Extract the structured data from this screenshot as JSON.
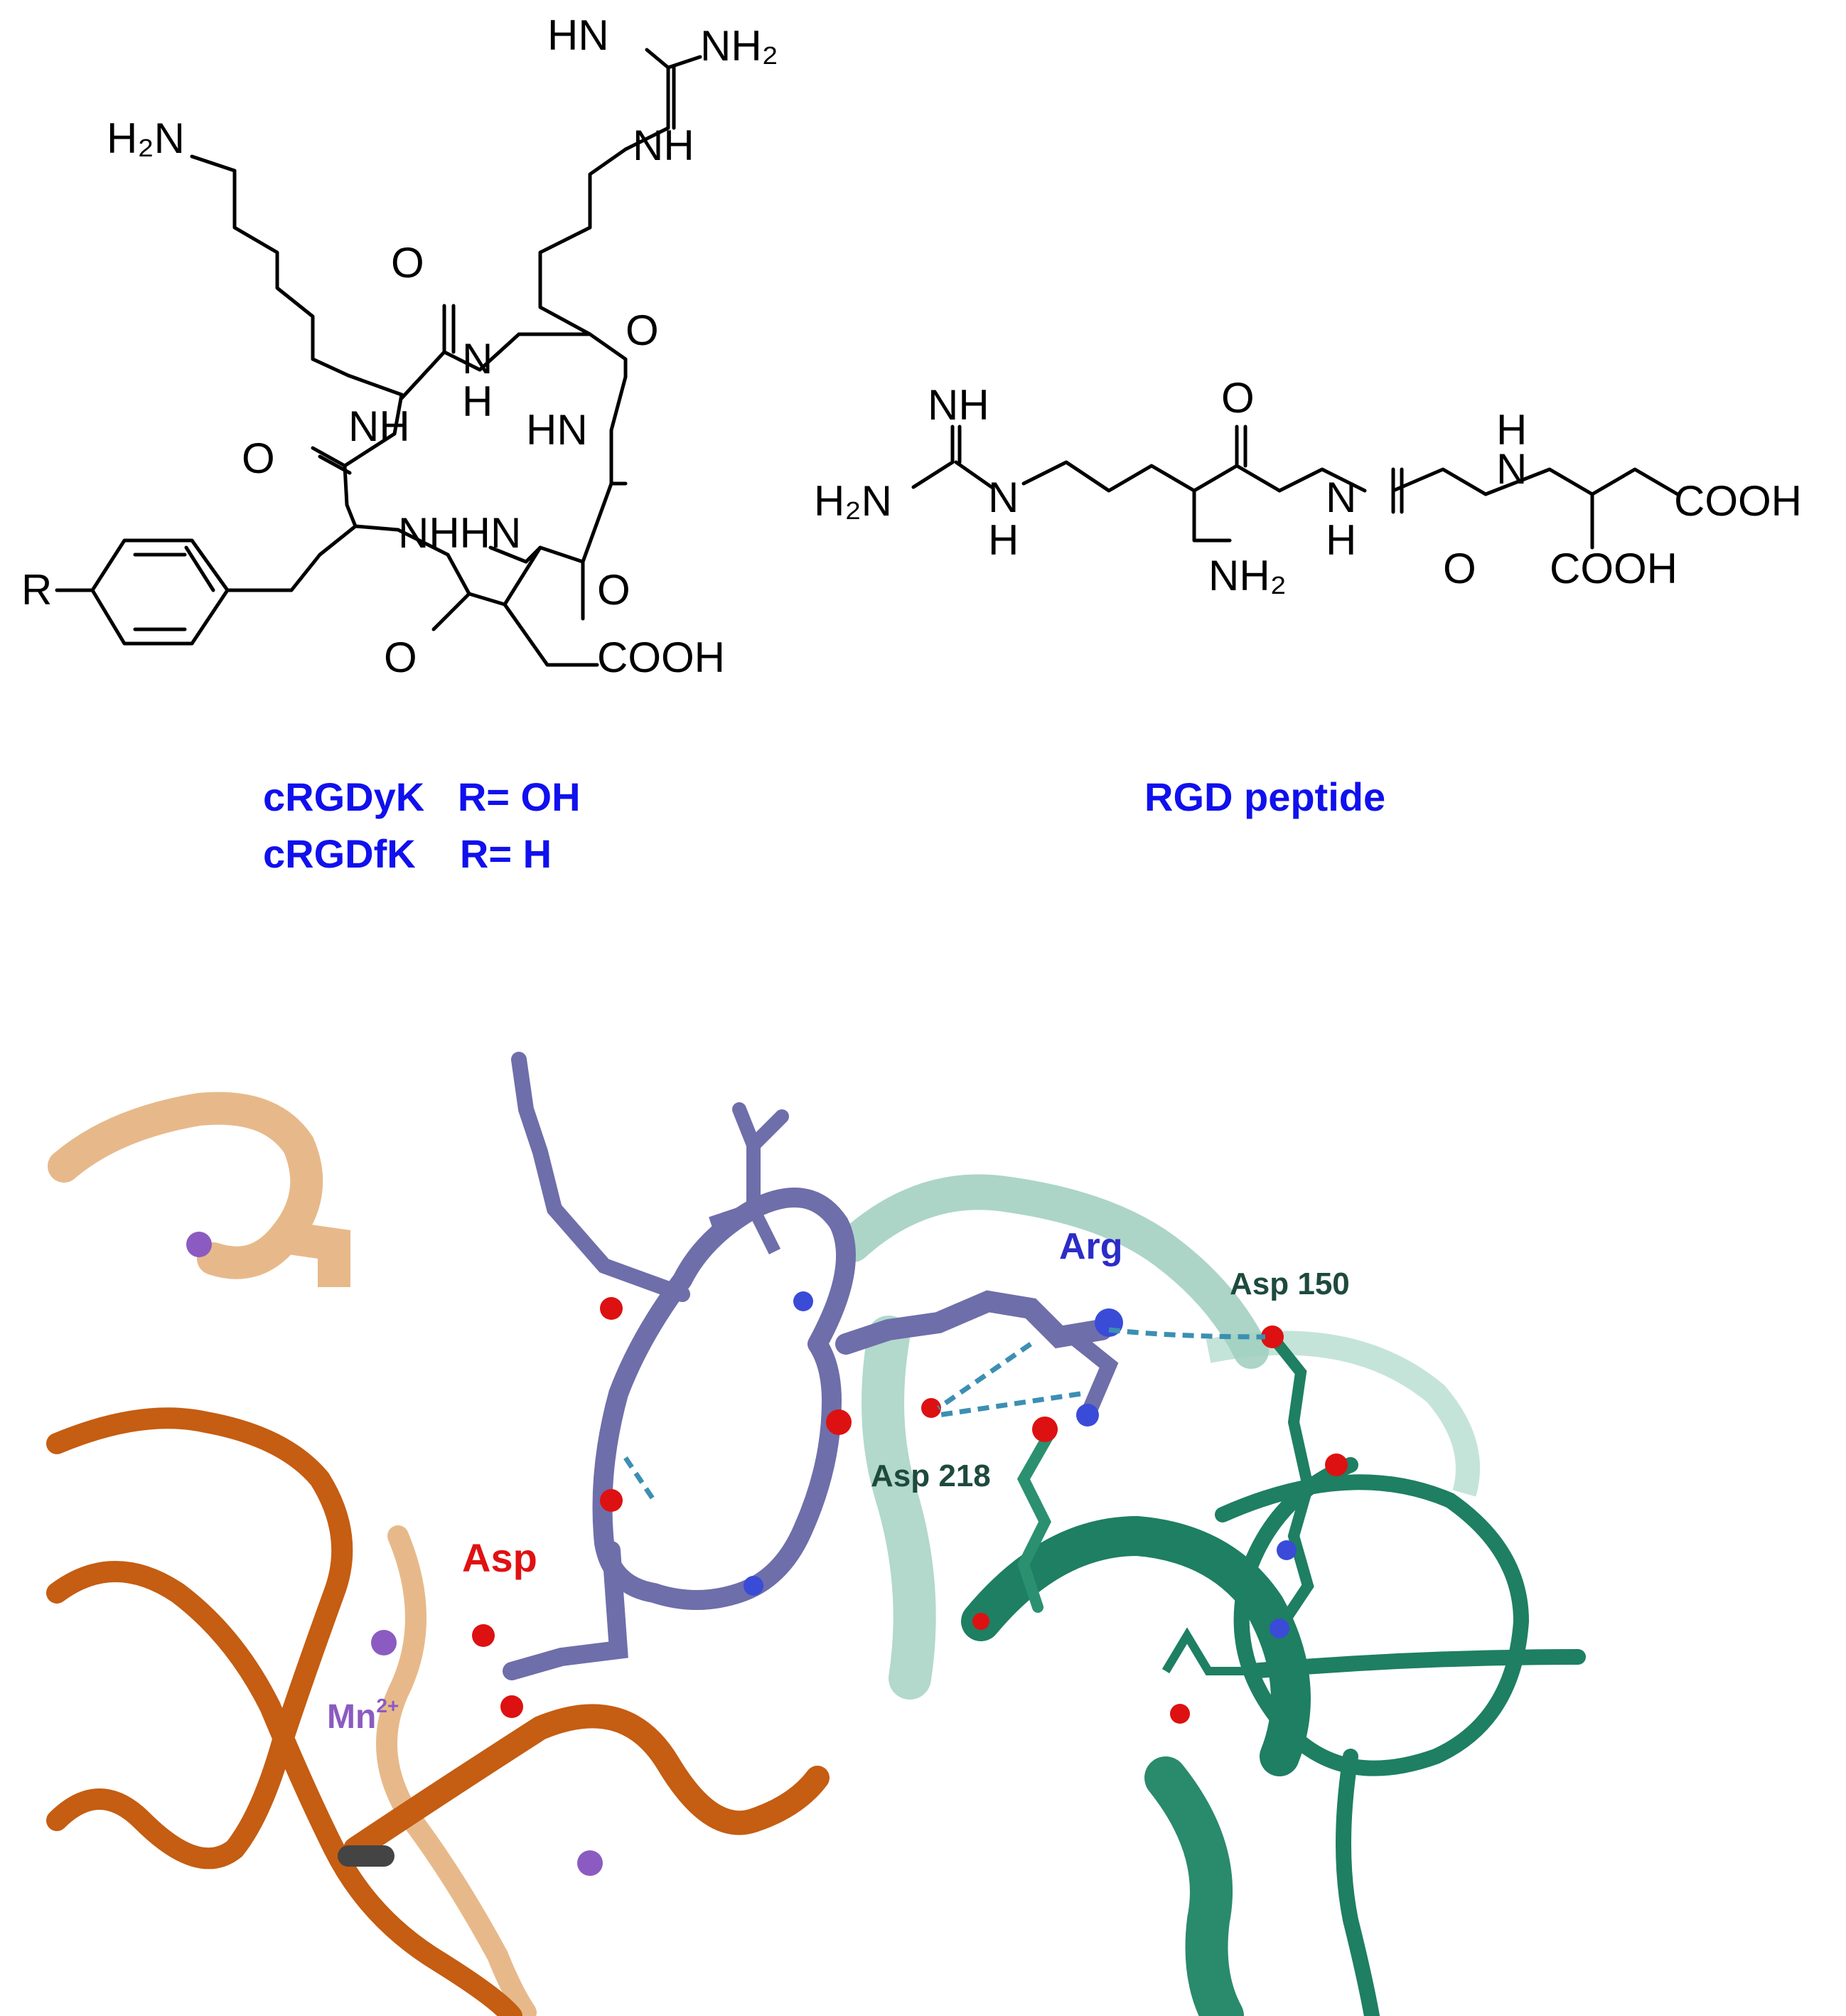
{
  "structures": {
    "cyclic": {
      "atoms": {
        "h2n_lys": "H₂N",
        "guan_hn": "HN",
        "guan_nh2": "NH₂",
        "guan_nh": "NH",
        "o_top": "O",
        "o_right": "O",
        "n_amide": "N",
        "h_amide": "H",
        "nh_left": "NH",
        "hn_right": "HN",
        "o_left": "O",
        "nhhn": "NHHN",
        "o_br": "O",
        "o_bottom": "O",
        "cooh": "COOH",
        "r": "R"
      }
    },
    "linear": {
      "atoms": {
        "nh_top": "NH",
        "h2n": "H₂N",
        "n1": "N",
        "h1": "H",
        "o1": "O",
        "nh2": "NH₂",
        "n2": "N",
        "h2": "H",
        "o2": "O",
        "h3": "H",
        "n3": "N",
        "cooh1": "COOH",
        "cooh2": "COOH"
      }
    }
  },
  "captions": {
    "cyclic_line1": "cRGDyK   R= OH",
    "cyclic_line2": "cRGDfK    R= H",
    "linear": "RGD peptide"
  },
  "model": {
    "labels": {
      "arg": "Arg",
      "asp150": "Asp 150",
      "asp218": "Asp 218",
      "asp": "Asp",
      "mn": "Mn",
      "mn_charge": "2+"
    },
    "colors": {
      "peptide": "#6e6eaa",
      "helix_green": "#1e7f62",
      "ribbon_orange": "#c55d12",
      "ribbon_tan": "#e7b98a",
      "manganese": "#8b5bc1",
      "oxygen": "#dd1111",
      "nitrogen": "#3a4bd8",
      "hbond": "#3c8fb3"
    }
  }
}
